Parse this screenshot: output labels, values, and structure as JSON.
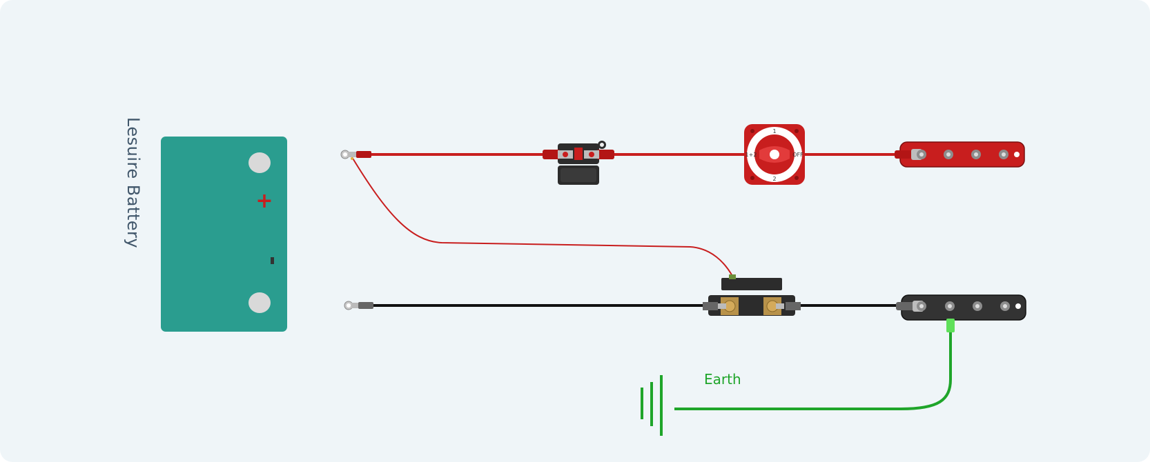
{
  "battery": {
    "title": "Lesuire Battery",
    "positive_symbol": "+",
    "negative_symbol": "-",
    "color": "#2a9d8f"
  },
  "battery_switch": {
    "positions": [
      "1",
      "1+2",
      "2",
      "OFF"
    ]
  },
  "earth": {
    "label": "Earth",
    "color": "#1fa52a"
  },
  "wire_colors": {
    "positive": "#c81e1e",
    "negative": "#111111",
    "earth": "#1fa52a"
  }
}
